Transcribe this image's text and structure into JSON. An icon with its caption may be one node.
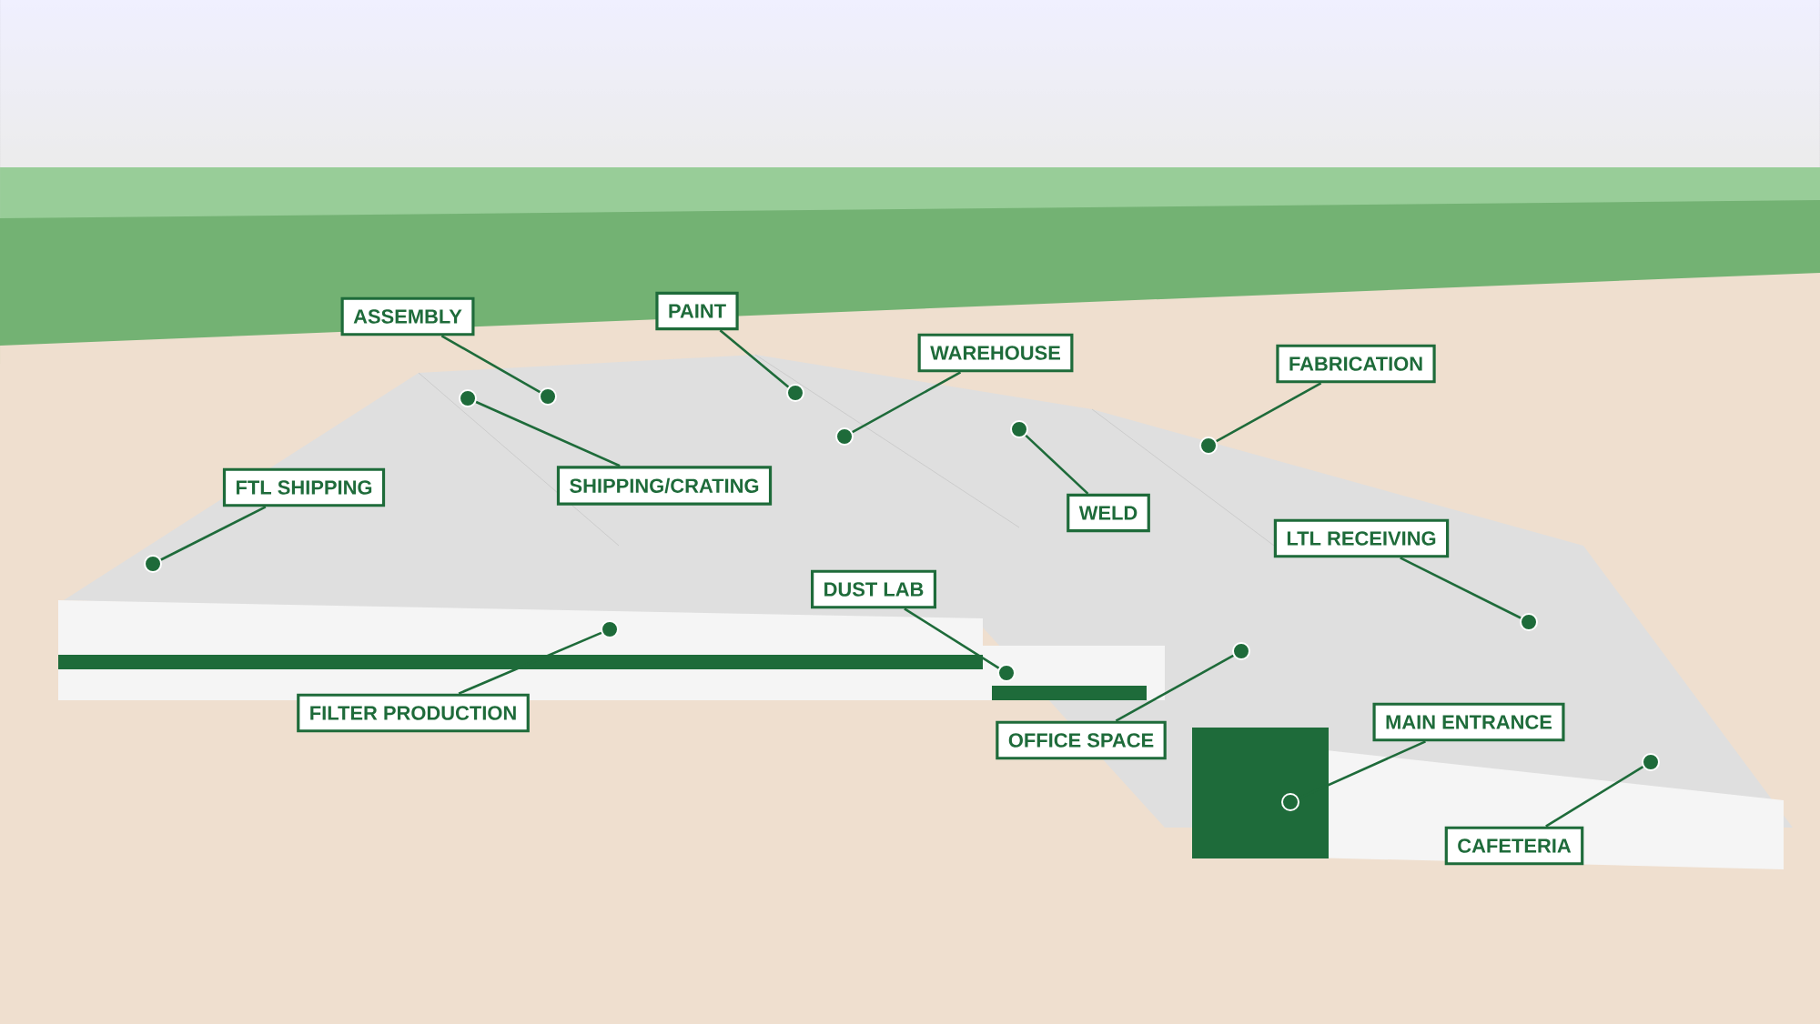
{
  "diagram": {
    "nodes": [
      {
        "text": [
          "ASSEMBLY"
        ]
      },
      {
        "text": [],
        "shape": "circle"
      },
      {
        "text": [
          "PAINT"
        ]
      },
      {
        "text": [],
        "shape": "circle"
      },
      {
        "text": [
          "WAREHOUSE"
        ]
      },
      {
        "text": [],
        "shape": "circle"
      },
      {
        "text": [
          "FABRICATION"
        ]
      },
      {
        "text": [],
        "shape": "circle"
      },
      {
        "text": [
          "FTL SHIPPING"
        ]
      },
      {
        "text": [],
        "shape": "circle"
      },
      {
        "text": [
          "SHIPPING/CRATING"
        ]
      },
      {
        "text": [],
        "shape": "circle"
      },
      {
        "text": [
          "WELD"
        ]
      },
      {
        "text": [],
        "shape": "circle"
      },
      {
        "text": [
          "LTL RECEIVING"
        ]
      },
      {
        "text": [],
        "shape": "circle"
      },
      {
        "text": [
          "DUST LAB"
        ]
      },
      {
        "text": [],
        "shape": "circle"
      },
      {
        "text": [
          "FILTER PRODUCTION"
        ]
      },
      {
        "text": [],
        "shape": "circle"
      },
      {
        "text": [
          "OFFICE SPACE"
        ]
      },
      {
        "text": [],
        "shape": "circle"
      },
      {
        "text": [
          "MAIN ENTRANCE"
        ]
      },
      {
        "text": [],
        "shape": "circle"
      },
      {
        "text": [
          "CAFETERIA"
        ]
      },
      {
        "text": [],
        "shape": "circle"
      }
    ],
    "edges": [
      {
        "from": 0,
        "to": 1,
        "arrow": "none"
      },
      {
        "from": 2,
        "to": 3,
        "arrow": "none"
      },
      {
        "from": 4,
        "to": 5,
        "arrow": "none"
      },
      {
        "from": 6,
        "to": 7,
        "arrow": "none"
      },
      {
        "from": 8,
        "to": 9,
        "arrow": "none"
      },
      {
        "from": 10,
        "to": 11,
        "arrow": "none"
      },
      {
        "from": 12,
        "to": 13,
        "arrow": "none"
      },
      {
        "from": 14,
        "to": 15,
        "arrow": "none"
      },
      {
        "from": 16,
        "to": 17,
        "arrow": "none"
      },
      {
        "from": 18,
        "to": 19,
        "arrow": "none"
      },
      {
        "from": 20,
        "to": 21,
        "arrow": "none"
      },
      {
        "from": 22,
        "to": 23,
        "arrow": "none"
      },
      {
        "from": 24,
        "to": 25,
        "arrow": "none"
      }
    ]
  }
}
